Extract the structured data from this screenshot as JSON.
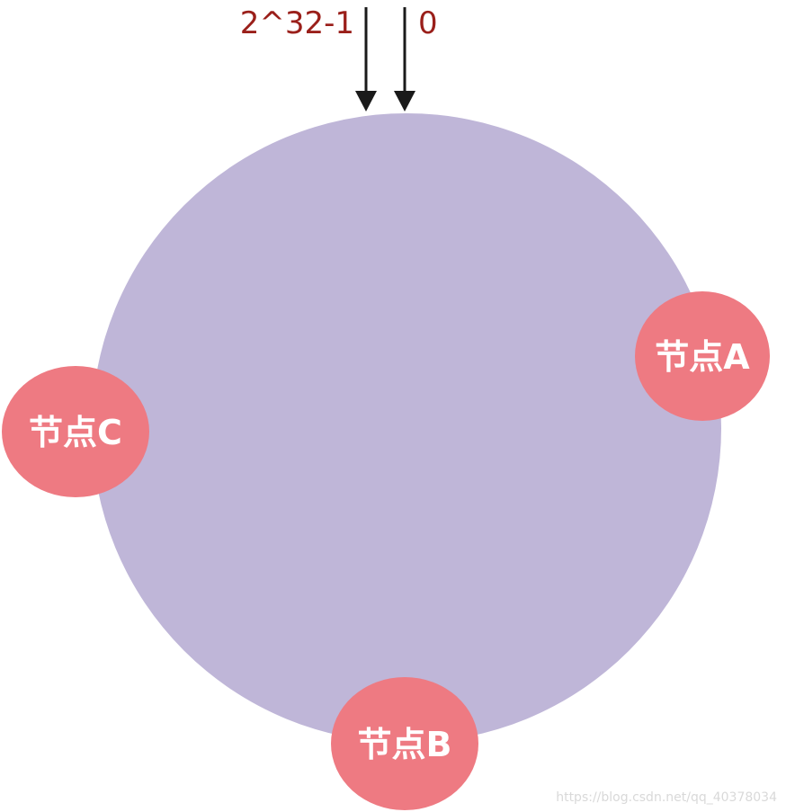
{
  "colors": {
    "ring": "#bfb6d8",
    "node": "#ee7a82",
    "arrow": "#1a1a1a",
    "end_label": "#9a1f1a",
    "node_label": "#ffffff"
  },
  "ring": {
    "start_label": "0",
    "end_label": "2^32-1"
  },
  "nodes": [
    {
      "label": "节点A"
    },
    {
      "label": "节点B"
    },
    {
      "label": "节点C"
    }
  ],
  "watermark": "https://blog.csdn.net/qq_40378034"
}
